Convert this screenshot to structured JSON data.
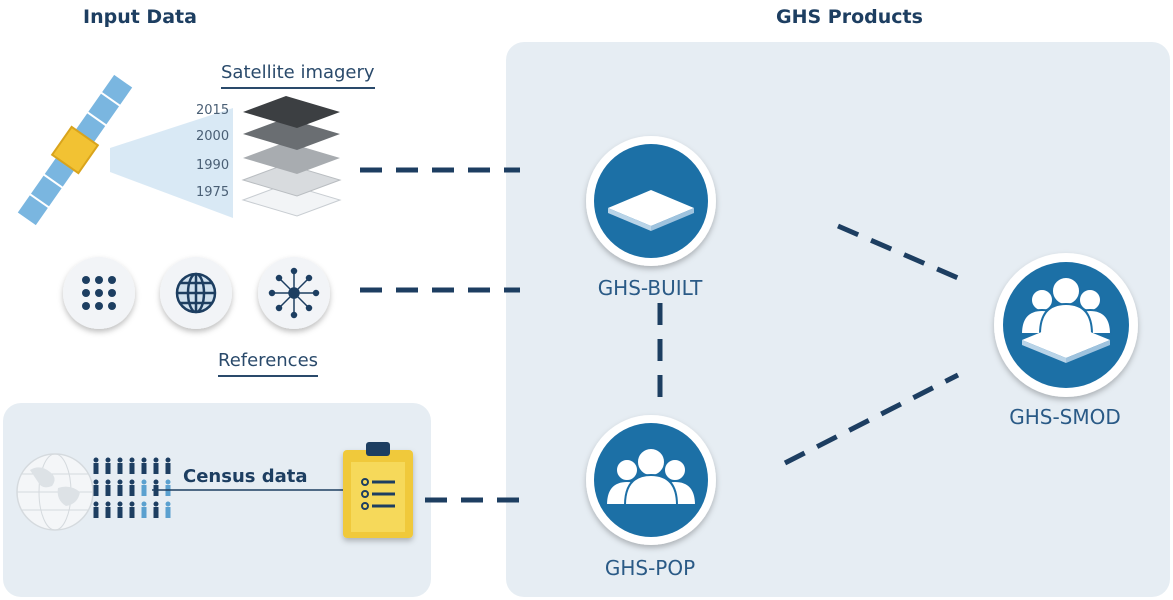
{
  "headings": {
    "input": "Input Data",
    "products": "GHS Products"
  },
  "satellite": {
    "label": "Satellite imagery",
    "years": [
      "2015",
      "2000",
      "1990",
      "1975"
    ]
  },
  "references": {
    "label": "References"
  },
  "census": {
    "label": "Census data"
  },
  "products": {
    "built": "GHS-BUILT",
    "pop": "GHS-POP",
    "smod": "GHS-SMOD"
  },
  "colors": {
    "heading": "#1d3e61",
    "circle": "#1c6fa6",
    "dash": "#1d3e61",
    "panel": "#e6edf3",
    "satellite_panel": "#7ab6e0",
    "satellite_body": "#f2c233"
  }
}
